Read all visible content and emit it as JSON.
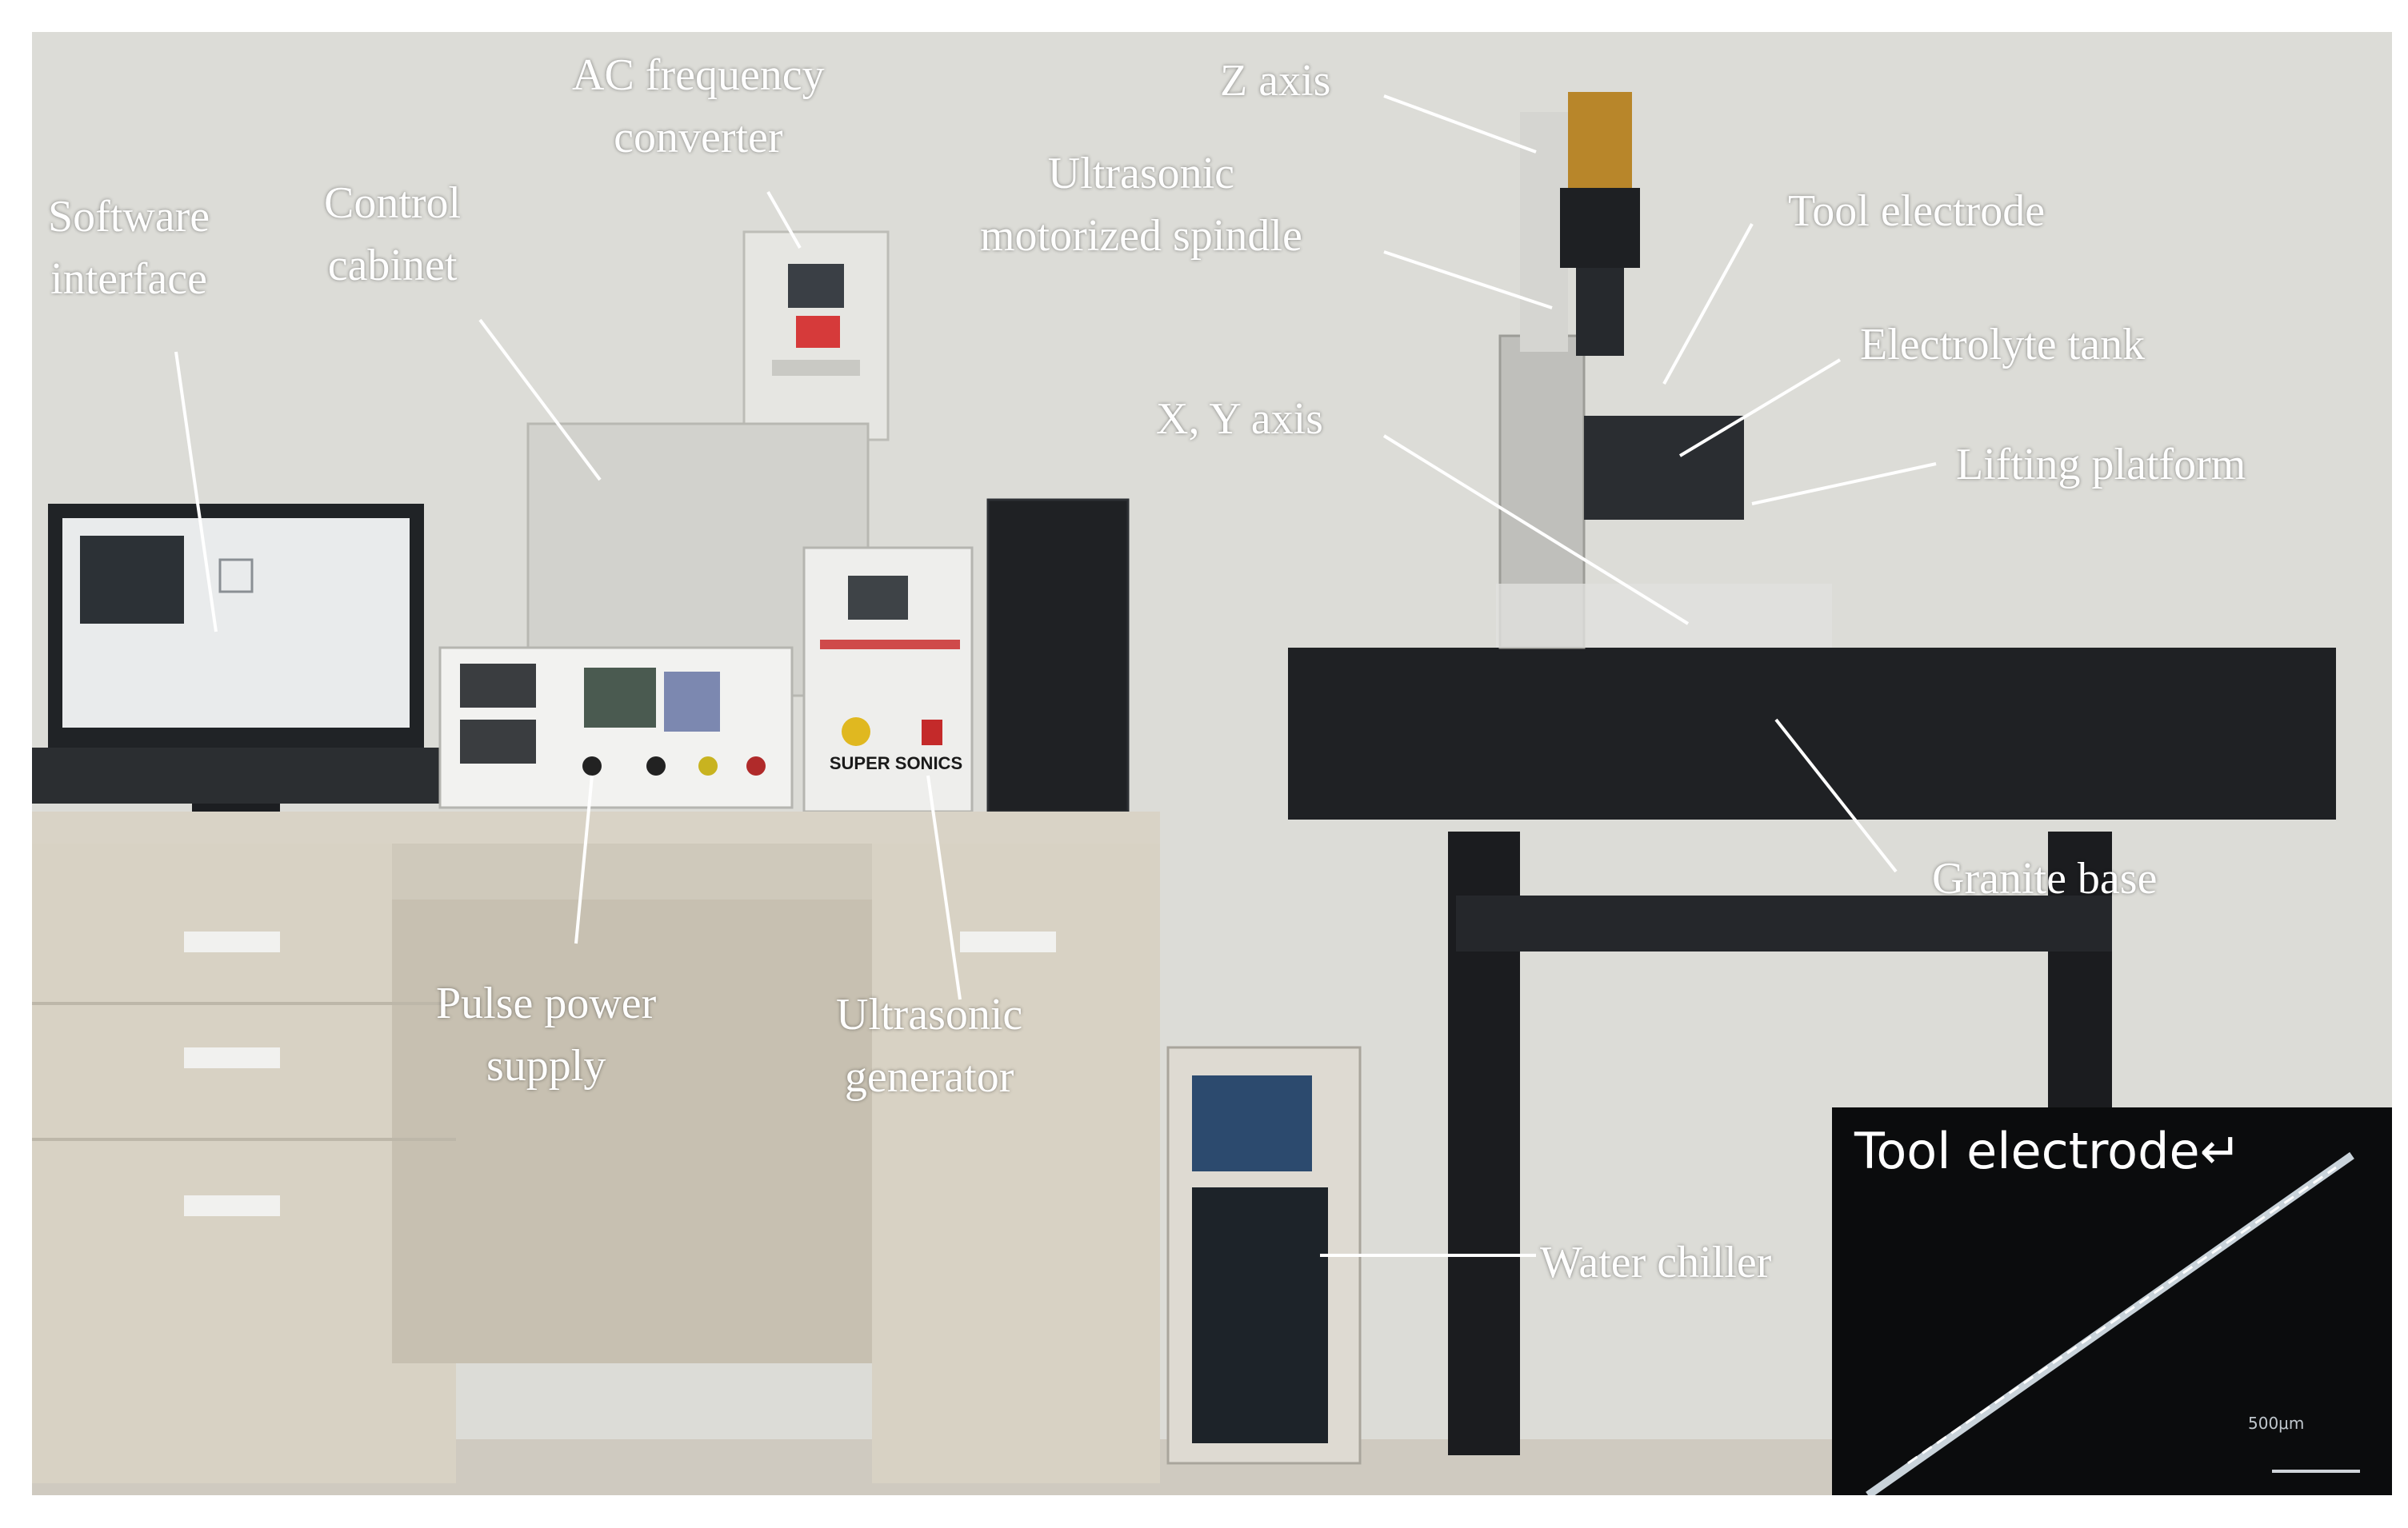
{
  "figure": {
    "labels": {
      "software_interface": [
        "Software",
        "interface"
      ],
      "control_cabinet": [
        "Control",
        "cabinet"
      ],
      "ac_frequency_converter": [
        "AC frequency",
        "converter"
      ],
      "z_axis": "Z axis",
      "ultrasonic_motorized_spindle": [
        "Ultrasonic",
        "motorized spindle"
      ],
      "tool_electrode": "Tool electrode",
      "electrolyte_tank": "Electrolyte tank",
      "x_y_axis": "X, Y axis",
      "lifting_platform": "Lifting platform",
      "granite_base": "Granite base",
      "pulse_power_supply": [
        "Pulse power",
        "supply"
      ],
      "ultrasonic_generator": [
        "Ultrasonic",
        "generator"
      ],
      "water_chiller": "Water chiller"
    },
    "equipment_text": {
      "ultrasonic_generator_brand": "SUPER SONICS"
    },
    "inset": {
      "title": "Tool electrode↵",
      "scale_bar": "500μm"
    },
    "colors": {
      "wall": "#dcdcd7",
      "desk": "#d8d2c4",
      "granite": "#1f2124",
      "inset_bg": "#0b0c0d",
      "label_text": "#ffffff",
      "leader_line": "#ffffff"
    }
  }
}
